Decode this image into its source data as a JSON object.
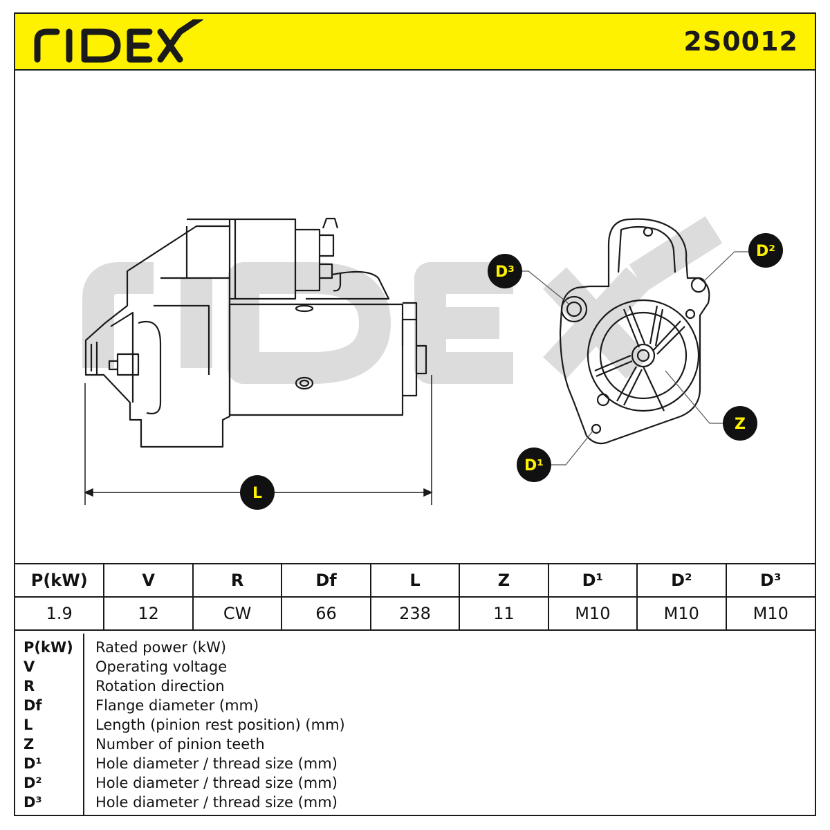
{
  "header": {
    "brand": "RIDEX",
    "part_number": "2S0012",
    "colors": {
      "banner": "#fff200",
      "ink": "#1a1a1a",
      "watermark": "#d9d9d9"
    }
  },
  "drawing": {
    "side_view_dimension_label": "L",
    "front_view_labels": [
      "D³",
      "D²",
      "Z",
      "D¹"
    ]
  },
  "spec_table": {
    "headers": [
      "P(kW)",
      "V",
      "R",
      "Df",
      "L",
      "Z",
      "D¹",
      "D²",
      "D³"
    ],
    "values": [
      "1.9",
      "12",
      "CW",
      "66",
      "238",
      "11",
      "M10",
      "M10",
      "M10"
    ]
  },
  "legend": [
    {
      "key": "P(kW)",
      "desc": "Rated power (kW)"
    },
    {
      "key": "V",
      "desc": "Operating voltage"
    },
    {
      "key": "R",
      "desc": "Rotation direction"
    },
    {
      "key": "Df",
      "desc": "Flange diameter (mm)"
    },
    {
      "key": "L",
      "desc": "Length (pinion rest position) (mm)"
    },
    {
      "key": "Z",
      "desc": "Number of pinion teeth"
    },
    {
      "key": "D¹",
      "desc": "Hole diameter / thread size (mm)"
    },
    {
      "key": "D²",
      "desc": "Hole diameter / thread size (mm)"
    },
    {
      "key": "D³",
      "desc": "Hole diameter / thread size (mm)"
    }
  ]
}
